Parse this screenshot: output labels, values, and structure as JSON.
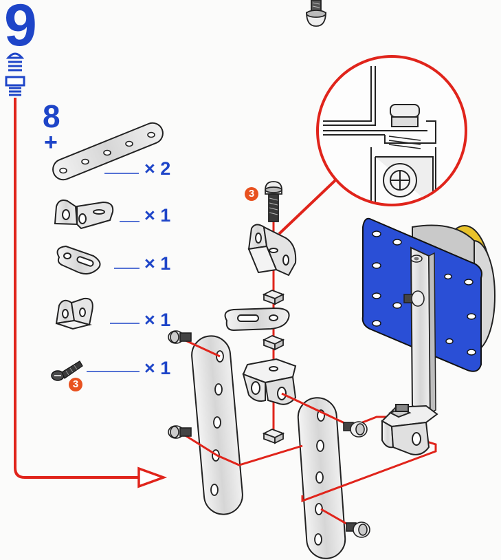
{
  "step": {
    "number": "9",
    "previous_step": "8",
    "plus_sign": "+"
  },
  "parts_list": [
    {
      "part": "strip",
      "quantity": "× 2"
    },
    {
      "part": "double-bracket",
      "quantity": "× 1"
    },
    {
      "part": "slotted-link",
      "quantity": "× 1"
    },
    {
      "part": "angle-bracket",
      "quantity": "× 1"
    },
    {
      "part": "bolt",
      "quantity": "× 1",
      "size_callout": "3"
    }
  ],
  "assembly": {
    "bolt_callout": "3"
  },
  "colors": {
    "step_blue": "#1e45c8",
    "connector_red": "#e0241b",
    "callout_orange": "#e8511f",
    "plate_blue": "#2a4fd6",
    "metal_gray": "#d9d9d9",
    "wheel_yellow": "#e8c22a"
  }
}
